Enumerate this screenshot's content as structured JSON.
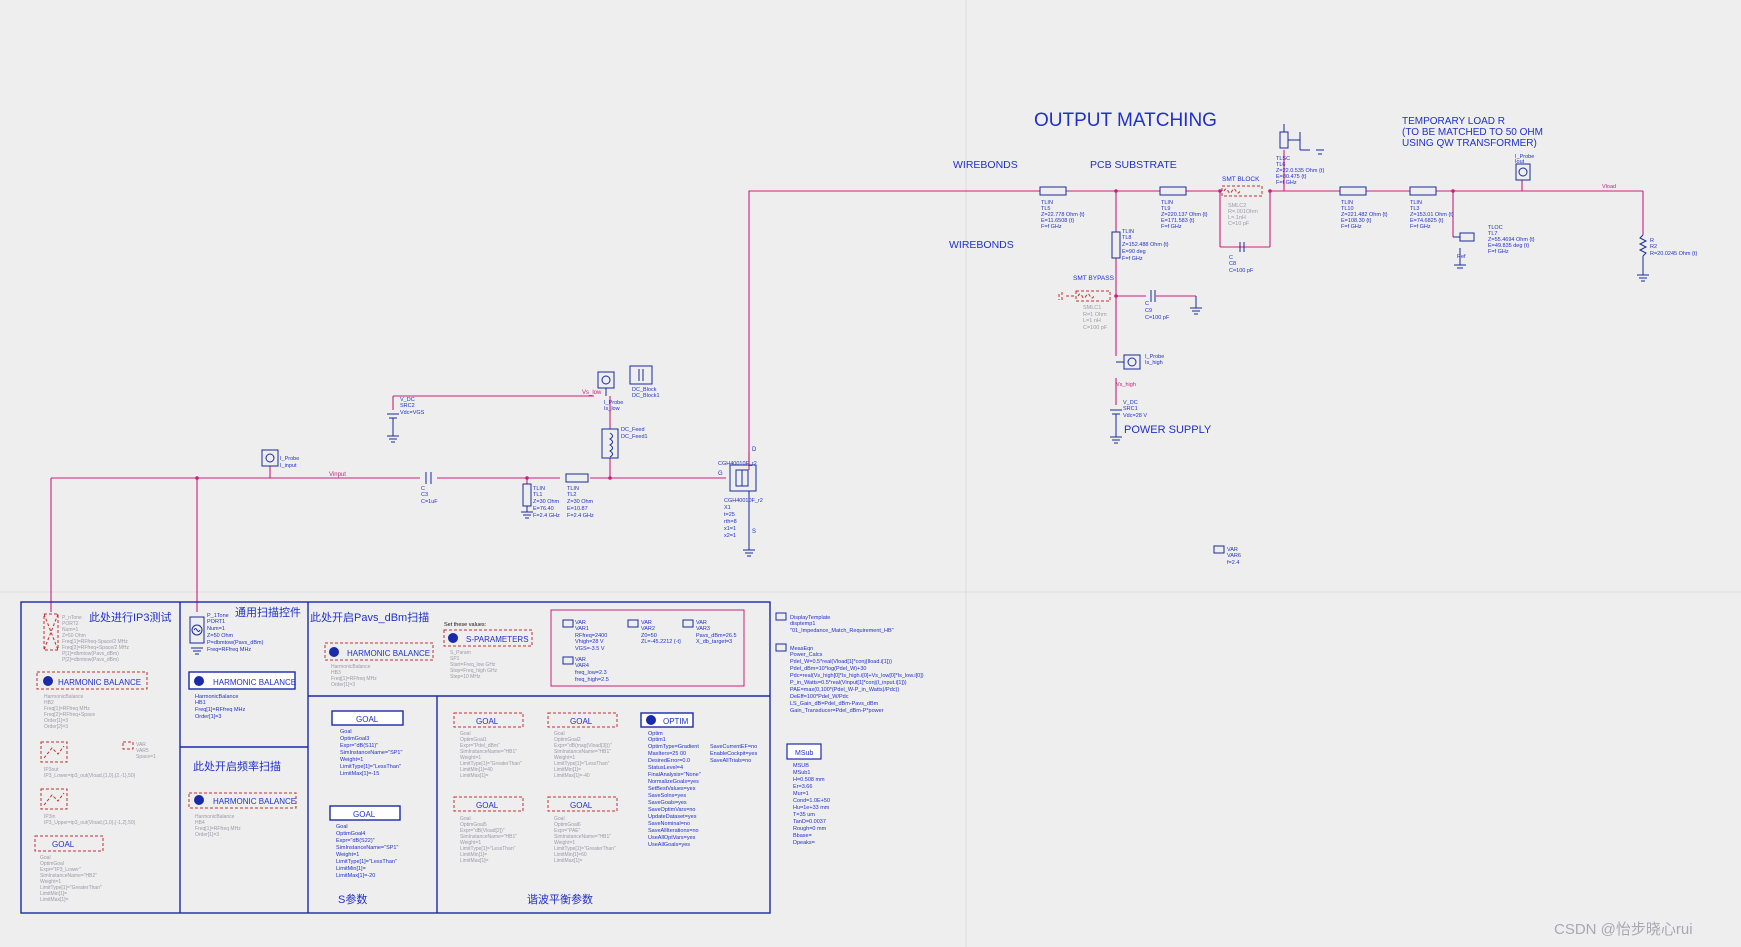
{
  "schematic": {
    "headings": {
      "output_matching": "OUTPUT MATCHING",
      "temp_load": [
        "TEMPORARY LOAD R",
        "(TO BE MATCHED TO 50 OHM",
        "USING QW TRANSFORMER)"
      ],
      "wirebonds_top": "WIREBONDS",
      "pcb_substrate": "PCB SUBSTRATE",
      "wirebonds_mid": "WIREBONDS",
      "power_supply": "POWER SUPPLY",
      "smt_block": "SMT BLOCK",
      "smt_bypass": "SMT BYPASS"
    },
    "wire_labels": {
      "vinput": "Vinput",
      "vs_low": "Vs_low",
      "vs_high": "Vs_high",
      "vload": "Vload"
    },
    "components": {
      "tl5": [
        "TLIN",
        "TL5",
        "Z=22.778 Ohm {t}",
        "E=11.6508 {t}",
        "F=f GHz"
      ],
      "tl9": [
        "TLIN",
        "TL9",
        "Z=220.137 Ohm {t}",
        "E=171.583 {t}",
        "F=f GHz"
      ],
      "tl8": [
        "TLIN",
        "TL8",
        "Z=152.488 Ohm {t}",
        "E=90 deg",
        "F=f GHz"
      ],
      "tl6": [
        "TLSC",
        "TL6",
        "Z=22.0.535 Ohm {t}",
        "E=80.475 {t}",
        "F=f GHz"
      ],
      "tl10": [
        "TLIN",
        "TL10",
        "Z=221.482 Ohm {t}",
        "E=108.30 {t}",
        "F=f GHz"
      ],
      "tl3": [
        "TLIN",
        "TL3",
        "Z=153.01 Ohm {t}",
        "E=74.6825 {t}",
        "F=f GHz"
      ],
      "tl7": [
        "TLOC",
        "TL7",
        "Z=55.4694 Ohm {t}",
        "E=49.835 deg {t}",
        "F=f GHz"
      ],
      "c8": [
        "C",
        "C8",
        "C=100 pF"
      ],
      "c9": [
        "C",
        "C9",
        "C=100 pF"
      ],
      "r2": [
        "R",
        "R2",
        "R=20.0245 Ohm {t}"
      ],
      "iprobe_out": [
        "I_Probe",
        "Iout"
      ],
      "iprobe_high": [
        "I_Probe",
        "Is_high"
      ],
      "vdc_high": [
        "V_DC",
        "SRC1",
        "Vdc=28 V"
      ],
      "vdc_low": [
        "V_DC",
        "SRC2",
        "Vdc=VGS"
      ],
      "iprobe_low": [
        "I_Probe",
        "Is_low"
      ],
      "dcblock": [
        "DC_Block",
        "DC_Block1"
      ],
      "dcfeed": [
        "DC_Feed",
        "DC_Feed1"
      ],
      "iprobe_input": [
        "I_Probe",
        "I_input"
      ],
      "c3": [
        "C",
        "C3",
        "C=1uF"
      ],
      "tl1": [
        "TLIN",
        "TL1",
        "Z=30 Ohm",
        "E=76.40",
        "F=2.4 GHz"
      ],
      "tl2": [
        "TLIN",
        "TL2",
        "Z=30 Ohm",
        "E=10.87",
        "F=2.4 GHz"
      ],
      "x1": [
        "CGH40010F_r2",
        "X1",
        "t=25",
        "rth=8",
        "x1=1",
        "x2=1"
      ],
      "var_f": [
        "VAR",
        "VAR6",
        "f=2.4"
      ],
      "smtblock_ghost": [
        "SMLC2",
        "R=.001Ohm",
        "L=.1nH",
        "C=10 pF"
      ],
      "smtbypass_ghost": [
        "SMLC1",
        "R=1 Ohm",
        "L=1 nH",
        "C=100 pF"
      ]
    },
    "panels": {
      "ip3_title": "此处进行IP3测试",
      "sweep_title": "通用扫描控件",
      "pavs_title": "此处开启Pavs_dBm扫描",
      "freq_title": "此处开启频率扫描",
      "s_param_title": "S参数",
      "harmonic_title": "谐波平衡参数",
      "set_values": "Set these values:",
      "buttons": {
        "harmonic_balance": "HARMONIC BALANCE",
        "s_parameters": "S-PARAMETERS",
        "goal": "GOAL",
        "optim": "OPTIM"
      },
      "pr_src": [
        "P_1Tone",
        "PORT1",
        "Num=1",
        "Z=50 Ohm",
        "P=dbmtow(Pavs_dBm)",
        "Freq=RFfreq MHz"
      ],
      "hb_main": [
        "HarmonicBalance",
        "HB1",
        "Freq[1]=RFfreq MHz",
        "Order[1]=3"
      ],
      "hb_ip3": [
        "HarmonicBalance",
        "HB2",
        "Freq[1]=RFfreq MHz",
        "Freq[2]=RFfreq+Space",
        "Order[1]=3",
        "Order[2]=3"
      ],
      "hb_pavs": [
        "HarmonicBalance",
        "HB3",
        "Freq[1]=RFfreq MHz",
        "Order[1]=3"
      ],
      "hb_freq": [
        "HarmonicBalance",
        "HB4",
        "Freq[1]=RFfreq MHz",
        "Order[1]=3"
      ],
      "sp_sweep": [
        "S_Param",
        "SP1",
        "Start=Freq_low GHz",
        "Stop=Freq_high GHz",
        "Step=10 MHz"
      ],
      "goal_s11": [
        "Goal",
        "OptimGoal3",
        "Expr=\"dB(S11)\"",
        "SimInstanceName=\"SP1\"",
        "Weight=1",
        "LimitType[1]=\"LessThan\"",
        "LimitMax[1]=-15"
      ],
      "goal_s22": [
        "Goal",
        "OptimGoal4",
        "Expr=\"dB(S22)\"",
        "SimInstanceName=\"SP1\"",
        "Weight=1",
        "LimitType[1]=\"LessThan\"",
        "LimitMin[1]=",
        "LimitMax[1]=-20"
      ],
      "optim": [
        "Optim",
        "Optim1",
        "OptimType=Gradient",
        "MaxIters=25 00",
        "DesiredError=0.0",
        "StatusLevel=4",
        "FinalAnalysis=\"None\"",
        "NormalizeGoals=yes",
        "SetBestValues=yes",
        "SaveSolns=yes",
        "SaveGoals=yes",
        "SaveOptimVars=no",
        "UpdateDataset=yes",
        "SaveNominal=no",
        "SaveAllIterations=no",
        "UseAllOptVars=yes",
        "UseAllGoals=yes"
      ],
      "optim_right": [
        "SaveCurrentEF=no",
        "EnableCockpit=yes",
        "SaveAllTrials=no"
      ],
      "var1": [
        "VAR",
        "VAR1",
        "RFfreq=2400",
        "Vhigh=28 V",
        "VGS=-3.5 V"
      ],
      "var2": [
        "VAR",
        "VAR2",
        "Z0=50",
        "ZL=-45.2212 {-t}"
      ],
      "var3": [
        "VAR",
        "VAR3",
        "Pavs_dBm=26.5",
        "X_db_target=3"
      ],
      "var4": [
        "VAR",
        "VAR4",
        "freq_low=2.3",
        "freq_high=2.5"
      ],
      "display": [
        "DisplayTemplate",
        "disptemp1",
        "\"01_Impedance_Match_Requirement_HB\""
      ],
      "meas": [
        "MeasEqn",
        "Power_Calcs",
        "Pdel_W=0.5*real(Vload[1]*conj(Iload.i[1]))",
        "Pdel_dBm=10*log(Pdel_W)+30",
        "Pdc=real(Vs_high[0]*Is_high.i[0]+Vs_low[0]*Is_low.i[0])",
        "P_in_Watts=0.5*real(Vinput[1]*conj(I_input.i[1]))",
        "PAE=max(0,100*(Pdel_W-P_in_Watts)/Pdc))",
        "DeEff=100*Pdel_W/Pdc",
        "LS_Gain_dB=Pdel_dBm-Pavs_dBm",
        "Gain_Transducer=Pdel_dBm-P*power"
      ],
      "msub_btn": "MSub",
      "msub": [
        "MSUB",
        "MSub1",
        "H=0.508 mm",
        "Er=3.66",
        "Mur=1",
        "Cond=1.0E+50",
        "Hu=1e+33 mm",
        "T=35 um",
        "TanD=0.0037",
        "Rough=0 mm",
        "Bbase=",
        "Dpeaks="
      ]
    }
  },
  "watermark": "CSDN @怡步晓心rui"
}
